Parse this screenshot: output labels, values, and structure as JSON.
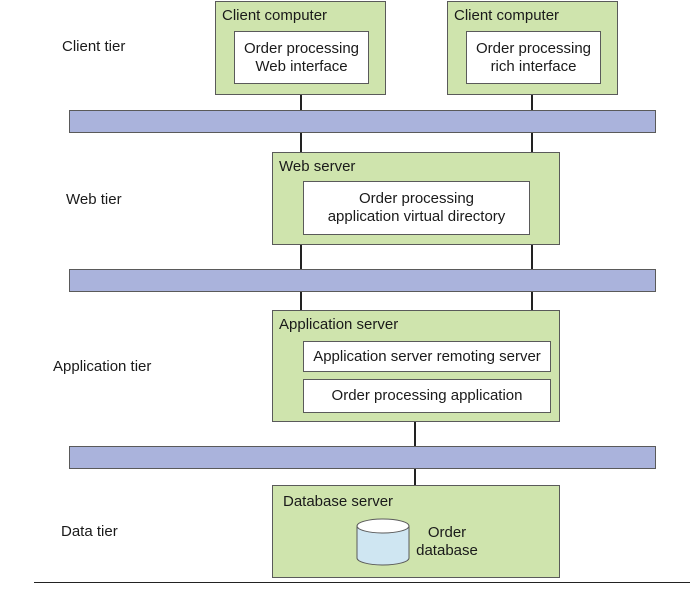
{
  "tiers": {
    "client": "Client tier",
    "web": "Web tier",
    "application": "Application tier",
    "data": "Data tier"
  },
  "client_computer_1": {
    "title": "Client computer",
    "inner_line1": "Order processing",
    "inner_line2": "Web interface"
  },
  "client_computer_2": {
    "title": "Client computer",
    "inner_line1": "Order processing",
    "inner_line2": "rich interface"
  },
  "web_server": {
    "title": "Web server",
    "inner_line1": "Order processing",
    "inner_line2": "application virtual directory"
  },
  "application_server": {
    "title": "Application server",
    "component1": "Application server remoting server",
    "component2": "Order processing application"
  },
  "database_server": {
    "title": "Database server",
    "db_line1": "Order",
    "db_line2": "database"
  },
  "colors": {
    "server_fill": "#cfe4ad",
    "bus_fill": "#aab3dc",
    "db_fill": "#cfe6f2"
  }
}
